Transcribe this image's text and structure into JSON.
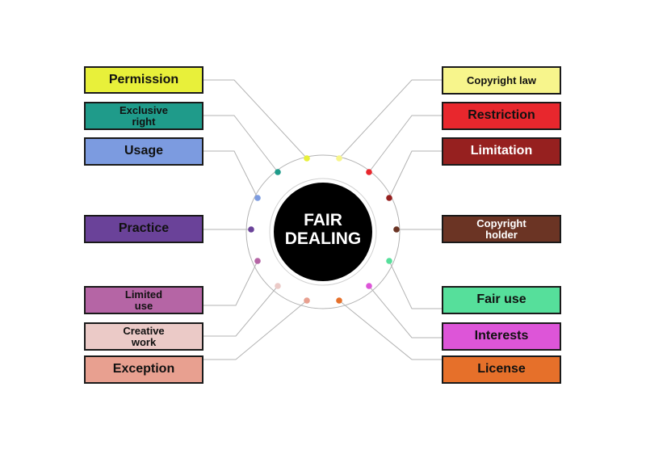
{
  "diagram": {
    "center": {
      "line1": "FAIR",
      "line2": "DEALING"
    },
    "left_items": [
      {
        "id": "permission",
        "label": "Permission",
        "color": "#e8f03a"
      },
      {
        "id": "exclusive-right",
        "label": "Exclusive right",
        "color": "#1f9b8a"
      },
      {
        "id": "usage",
        "label": "Usage",
        "color": "#7c9be0"
      },
      {
        "id": "practice",
        "label": "Practice",
        "color": "#6a4299"
      },
      {
        "id": "limited-use",
        "label": "Limited use",
        "color": "#b565a5"
      },
      {
        "id": "creative-work",
        "label": "Creative work",
        "color": "#ebcac7"
      },
      {
        "id": "exception",
        "label": "Exception",
        "color": "#e8a090"
      }
    ],
    "right_items": [
      {
        "id": "copyright-law",
        "label": "Copyright law",
        "color": "#f7f58c"
      },
      {
        "id": "restriction",
        "label": "Restriction",
        "color": "#e8272d"
      },
      {
        "id": "limitation",
        "label": "Limitation",
        "color": "#96201f"
      },
      {
        "id": "copyright-holder",
        "label": "Copyright holder",
        "color": "#6b3424"
      },
      {
        "id": "fair-use",
        "label": "Fair use",
        "color": "#56df9b"
      },
      {
        "id": "interests",
        "label": "Interests",
        "color": "#dd55d8"
      },
      {
        "id": "license",
        "label": "License",
        "color": "#e6702a"
      }
    ]
  }
}
